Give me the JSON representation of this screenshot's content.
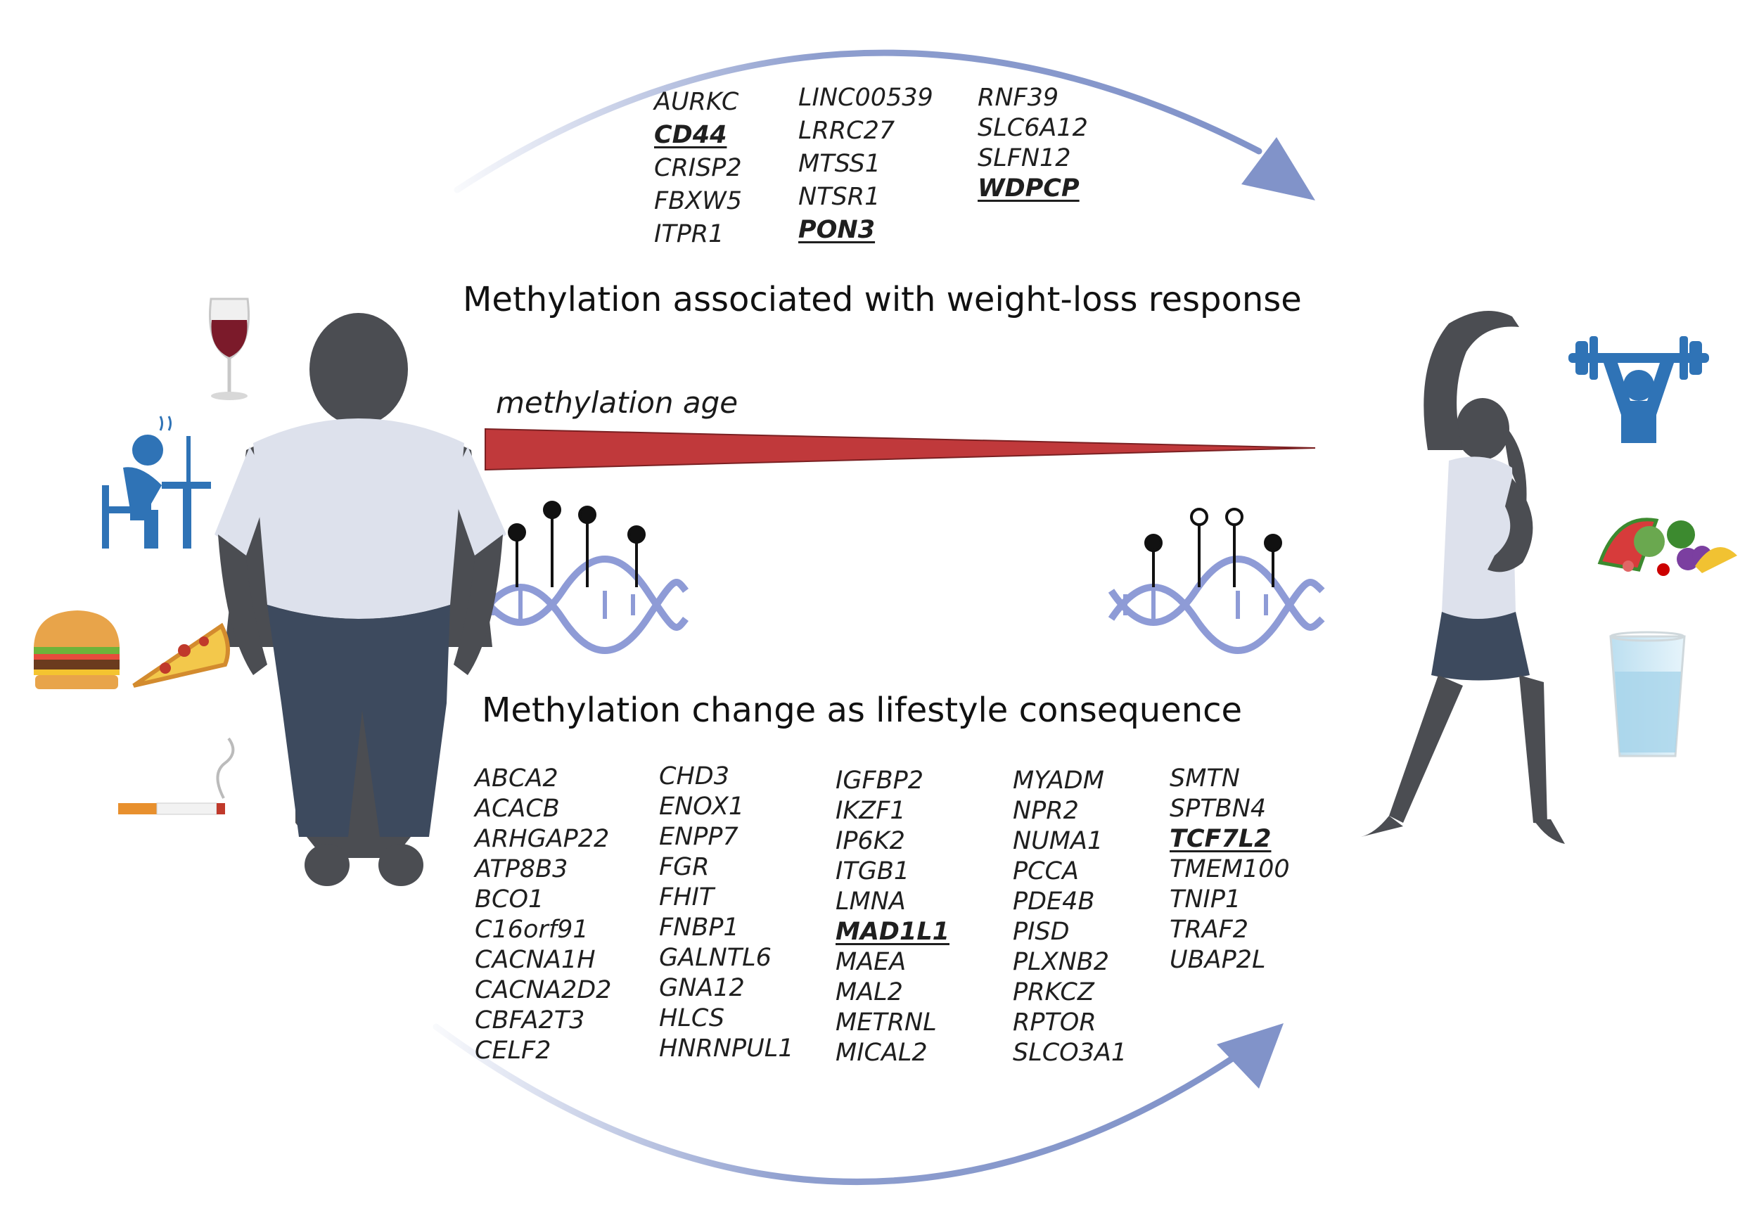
{
  "top_section": {
    "heading": "Methylation associated with weight-loss response",
    "gene_columns": [
      [
        {
          "name": "AURKC",
          "highlight": false
        },
        {
          "name": "CD44",
          "highlight": true
        },
        {
          "name": "CRISP2",
          "highlight": false
        },
        {
          "name": "FBXW5",
          "highlight": false
        },
        {
          "name": "ITPR1",
          "highlight": false
        }
      ],
      [
        {
          "name": "LINC00539",
          "highlight": false
        },
        {
          "name": "LRRC27",
          "highlight": false
        },
        {
          "name": "MTSS1",
          "highlight": false
        },
        {
          "name": "NTSR1",
          "highlight": false
        },
        {
          "name": "PON3",
          "highlight": true
        }
      ],
      [
        {
          "name": "RNF39",
          "highlight": false
        },
        {
          "name": "SLC6A12",
          "highlight": false
        },
        {
          "name": "SLFN12",
          "highlight": false
        },
        {
          "name": "WDPCP",
          "highlight": true
        }
      ]
    ]
  },
  "middle": {
    "age_label": "methylation age"
  },
  "bottom_section": {
    "heading": "Methylation change as lifestyle consequence",
    "gene_columns": [
      [
        {
          "name": "ABCA2",
          "highlight": false
        },
        {
          "name": "ACACB",
          "highlight": false
        },
        {
          "name": "ARHGAP22",
          "highlight": false
        },
        {
          "name": "ATP8B3",
          "highlight": false
        },
        {
          "name": "BCO1",
          "highlight": false
        },
        {
          "name": "C16orf91",
          "highlight": false
        },
        {
          "name": "CACNA1H",
          "highlight": false
        },
        {
          "name": "CACNA2D2",
          "highlight": false
        },
        {
          "name": "CBFA2T3",
          "highlight": false
        },
        {
          "name": "CELF2",
          "highlight": false
        }
      ],
      [
        {
          "name": "CHD3",
          "highlight": false
        },
        {
          "name": "ENOX1",
          "highlight": false
        },
        {
          "name": "ENPP7",
          "highlight": false
        },
        {
          "name": "FGR",
          "highlight": false
        },
        {
          "name": "FHIT",
          "highlight": false
        },
        {
          "name": "FNBP1",
          "highlight": false
        },
        {
          "name": "GALNTL6",
          "highlight": false
        },
        {
          "name": "GNA12",
          "highlight": false
        },
        {
          "name": "HLCS",
          "highlight": false
        },
        {
          "name": "HNRNPUL1",
          "highlight": false
        }
      ],
      [
        {
          "name": "IGFBP2",
          "highlight": false
        },
        {
          "name": "IKZF1",
          "highlight": false
        },
        {
          "name": "IP6K2",
          "highlight": false
        },
        {
          "name": "ITGB1",
          "highlight": false
        },
        {
          "name": "LMNA",
          "highlight": false
        },
        {
          "name": "MAD1L1",
          "highlight": true
        },
        {
          "name": "MAEA",
          "highlight": false
        },
        {
          "name": "MAL2",
          "highlight": false
        },
        {
          "name": "METRNL",
          "highlight": false
        },
        {
          "name": "MICAL2",
          "highlight": false
        }
      ],
      [
        {
          "name": "MYADM",
          "highlight": false
        },
        {
          "name": "NPR2",
          "highlight": false
        },
        {
          "name": "NUMA1",
          "highlight": false
        },
        {
          "name": "PCCA",
          "highlight": false
        },
        {
          "name": "PDE4B",
          "highlight": false
        },
        {
          "name": "PISD",
          "highlight": false
        },
        {
          "name": "PLXNB2",
          "highlight": false
        },
        {
          "name": "PRKCZ",
          "highlight": false
        },
        {
          "name": "RPTOR",
          "highlight": false
        },
        {
          "name": "SLCO3A1",
          "highlight": false
        }
      ],
      [
        {
          "name": "SMTN",
          "highlight": false
        },
        {
          "name": "SPTBN4",
          "highlight": false
        },
        {
          "name": "TCF7L2",
          "highlight": true
        },
        {
          "name": "TMEM100",
          "highlight": false
        },
        {
          "name": "TNIP1",
          "highlight": false
        },
        {
          "name": "TRAF2",
          "highlight": false
        },
        {
          "name": "UBAP2L",
          "highlight": false
        }
      ]
    ]
  },
  "colors": {
    "arc": "#8193c9",
    "wedge": "#c0393b",
    "dna": "#8e9bd6",
    "silhouette": "#4b4d52",
    "shirt": "#dde1ec",
    "pants": "#3d4a5e",
    "icon_blue": "#2f73b6"
  },
  "icons": {
    "left": [
      "wine-glass-icon",
      "stressed-worker-icon",
      "burger-icon",
      "pizza-icon",
      "cigarette-icon"
    ],
    "right": [
      "weightlifter-icon",
      "fruit-vegetables-icon",
      "water-glass-icon"
    ]
  }
}
